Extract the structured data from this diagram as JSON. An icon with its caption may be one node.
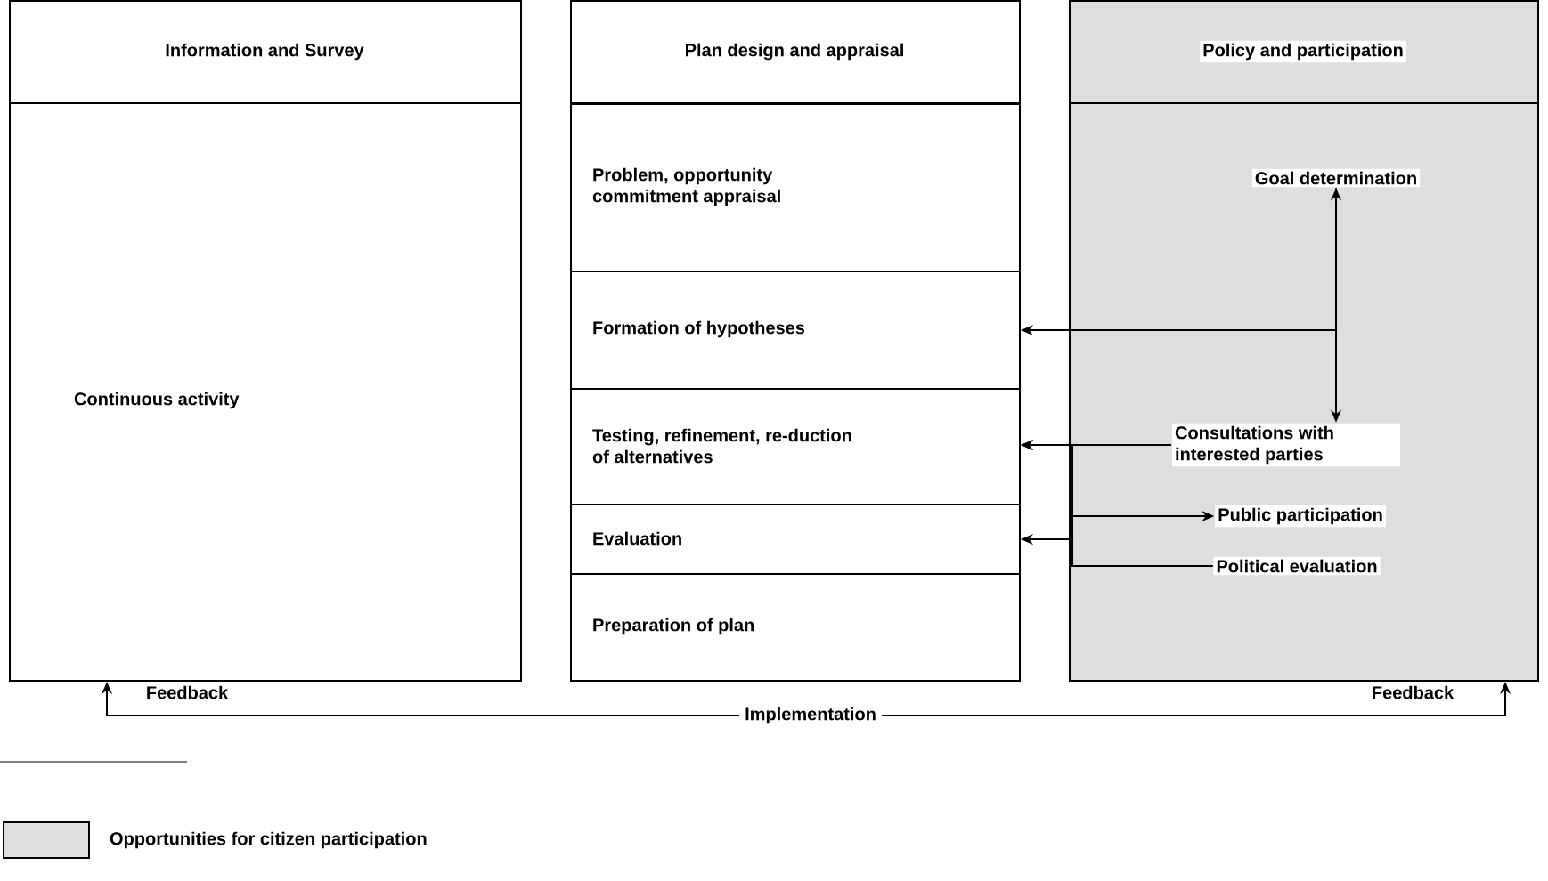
{
  "diagram": {
    "nodes": [
      {
        "text": [
          "Information and Survey",
          "Continuous activity"
        ]
      },
      {
        "text": [
          "Plan design and appraisal"
        ]
      },
      {
        "text": [
          "Problem, opportunity commitment appraisal"
        ],
        "in": 1
      },
      {
        "text": [
          "Formation of hypotheses"
        ],
        "in": 1
      },
      {
        "text": [
          "Testing, refinement, re-duction of alternatives"
        ],
        "in": 1
      },
      {
        "text": [
          "Evaluation"
        ],
        "in": 1
      },
      {
        "text": [
          "Preparation of plan"
        ],
        "in": 1
      },
      {
        "text": [
          "Policy and participation"
        ]
      },
      {
        "text": [
          "Goal determination"
        ],
        "in": 7
      },
      {
        "text": [
          "Consultations with interested parties"
        ],
        "in": 7
      },
      {
        "text": [
          "Public participation"
        ],
        "in": 7
      },
      {
        "text": [
          "Political evaluation"
        ],
        "in": 7
      }
    ],
    "edges": [
      {
        "from": 8,
        "to": 9,
        "arrow": "both"
      },
      {
        "from": 8,
        "to": 3,
        "arrow": "to"
      },
      {
        "from": 9,
        "to": 4,
        "arrow": "to"
      },
      {
        "from": 11,
        "to": 5,
        "arrow": "to"
      },
      {
        "from": 11,
        "to": 10,
        "arrow": "to"
      },
      {
        "from": 11,
        "to": 4,
        "arrow": "to"
      },
      {
        "from": 7,
        "to": 0,
        "arrow": "both",
        "label": "Implementation"
      }
    ],
    "labels": [
      "Feedback",
      "Feedback"
    ],
    "legend": [
      {
        "text": "Opportunities for citizen participation"
      }
    ]
  }
}
